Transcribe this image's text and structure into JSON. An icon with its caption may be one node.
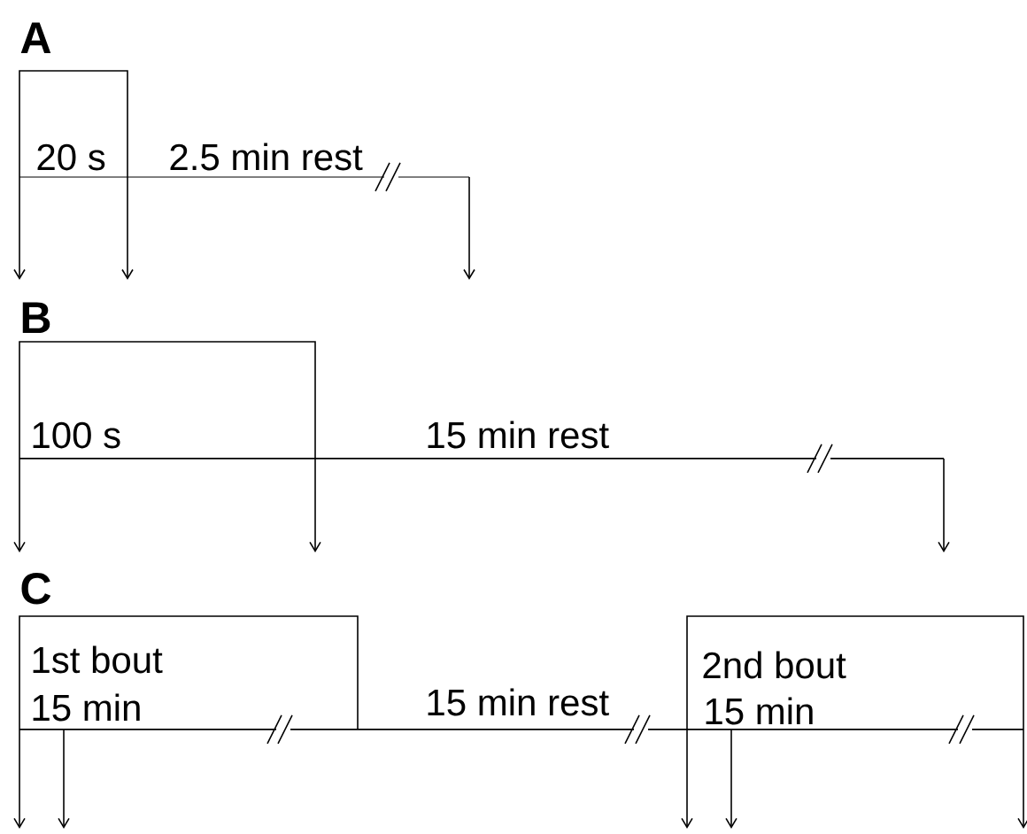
{
  "diagram": {
    "nodes": [
      {
        "text": [
          "20 s"
        ]
      },
      {
        "text": [
          "100 s"
        ]
      },
      {
        "text": [
          "1st bout",
          "15 min"
        ]
      },
      {
        "text": [
          "2nd bout",
          "15 min"
        ]
      }
    ],
    "labels": [
      "A",
      "2.5 min rest",
      "B",
      "15 min rest",
      "C",
      "15 min rest"
    ]
  }
}
